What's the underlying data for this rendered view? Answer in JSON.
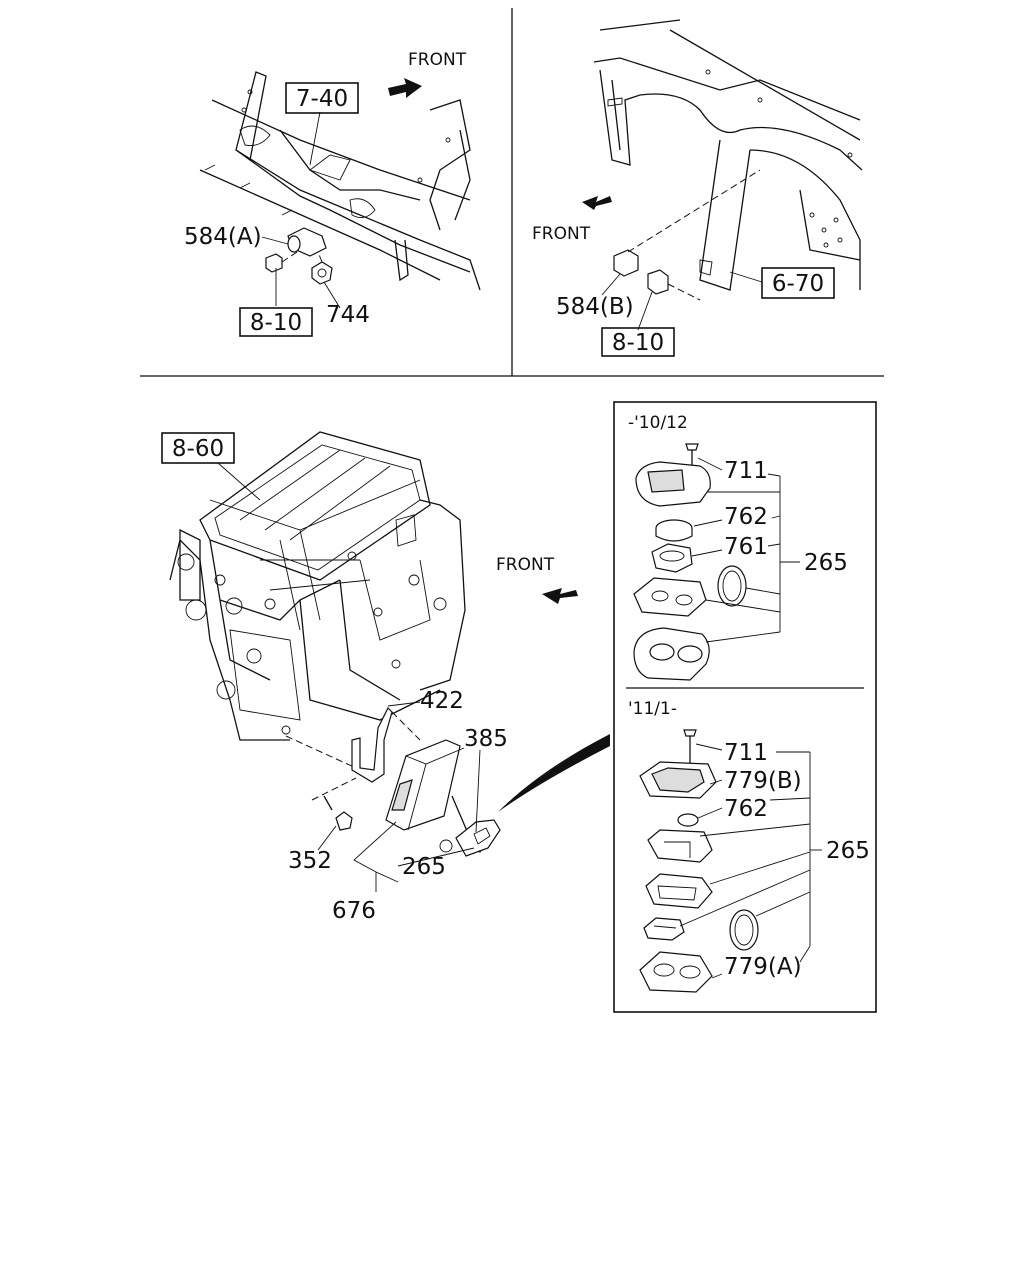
{
  "front_labels": {
    "top_left": "FRONT",
    "top_right": "FRONT",
    "bottom": "FRONT"
  },
  "refs": {
    "r_7_40": "7-40",
    "r_8_10_left": "8-10",
    "r_6_70": "6-70",
    "r_8_10_right": "8-10",
    "r_8_60": "8-60"
  },
  "parts": {
    "p584a": "584(A)",
    "p744": "744",
    "p584b": "584(B)",
    "p422": "422",
    "p385": "385",
    "p352": "352",
    "p265_main": "265",
    "p676": "676"
  },
  "inset_top": {
    "date": "-'10/12",
    "p711": "711",
    "p762": "762",
    "p761": "761",
    "p265": "265"
  },
  "inset_bottom": {
    "date": "'11/1-",
    "p711": "711",
    "p779b": "779(B)",
    "p762": "762",
    "p265": "265",
    "p779a": "779(A)"
  }
}
